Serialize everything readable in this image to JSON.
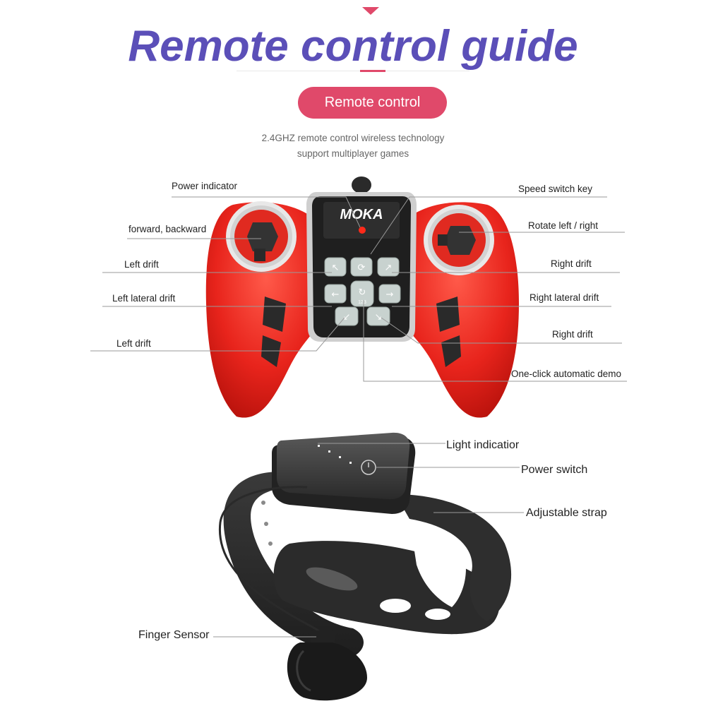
{
  "header": {
    "title": "Remote control guide",
    "badge": "Remote control",
    "subtitle_line1": "2.4GHZ remote control wireless technology",
    "subtitle_line2": "support multiplayer games"
  },
  "remote": {
    "brand": "MOKA",
    "button_number": "123",
    "labels": {
      "power_indicator": "Power indicator",
      "speed_switch_key": "Speed switch key",
      "forward_backward": "forward, backward",
      "rotate_left_right": "Rotate left / right",
      "left_drift_top": "Left drift",
      "right_drift_top": "Right drift",
      "left_lateral_drift": "Left lateral drift",
      "right_lateral_drift": "Right lateral drift",
      "left_drift_bottom": "Left drift",
      "right_drift_bottom": "Right drift",
      "one_click_demo": "One-click automatic demo"
    }
  },
  "wristband": {
    "labels": {
      "light_indicator": "Light indicatior",
      "power_switch": "Power switch",
      "adjustable_strap": "Adjustable strap",
      "finger_sensor": "Finger Sensor"
    }
  },
  "colors": {
    "accent": "#e0496a",
    "title": "#5b4fb8",
    "remote_red": "#e8241c",
    "band_dark": "#2c2c2c"
  }
}
